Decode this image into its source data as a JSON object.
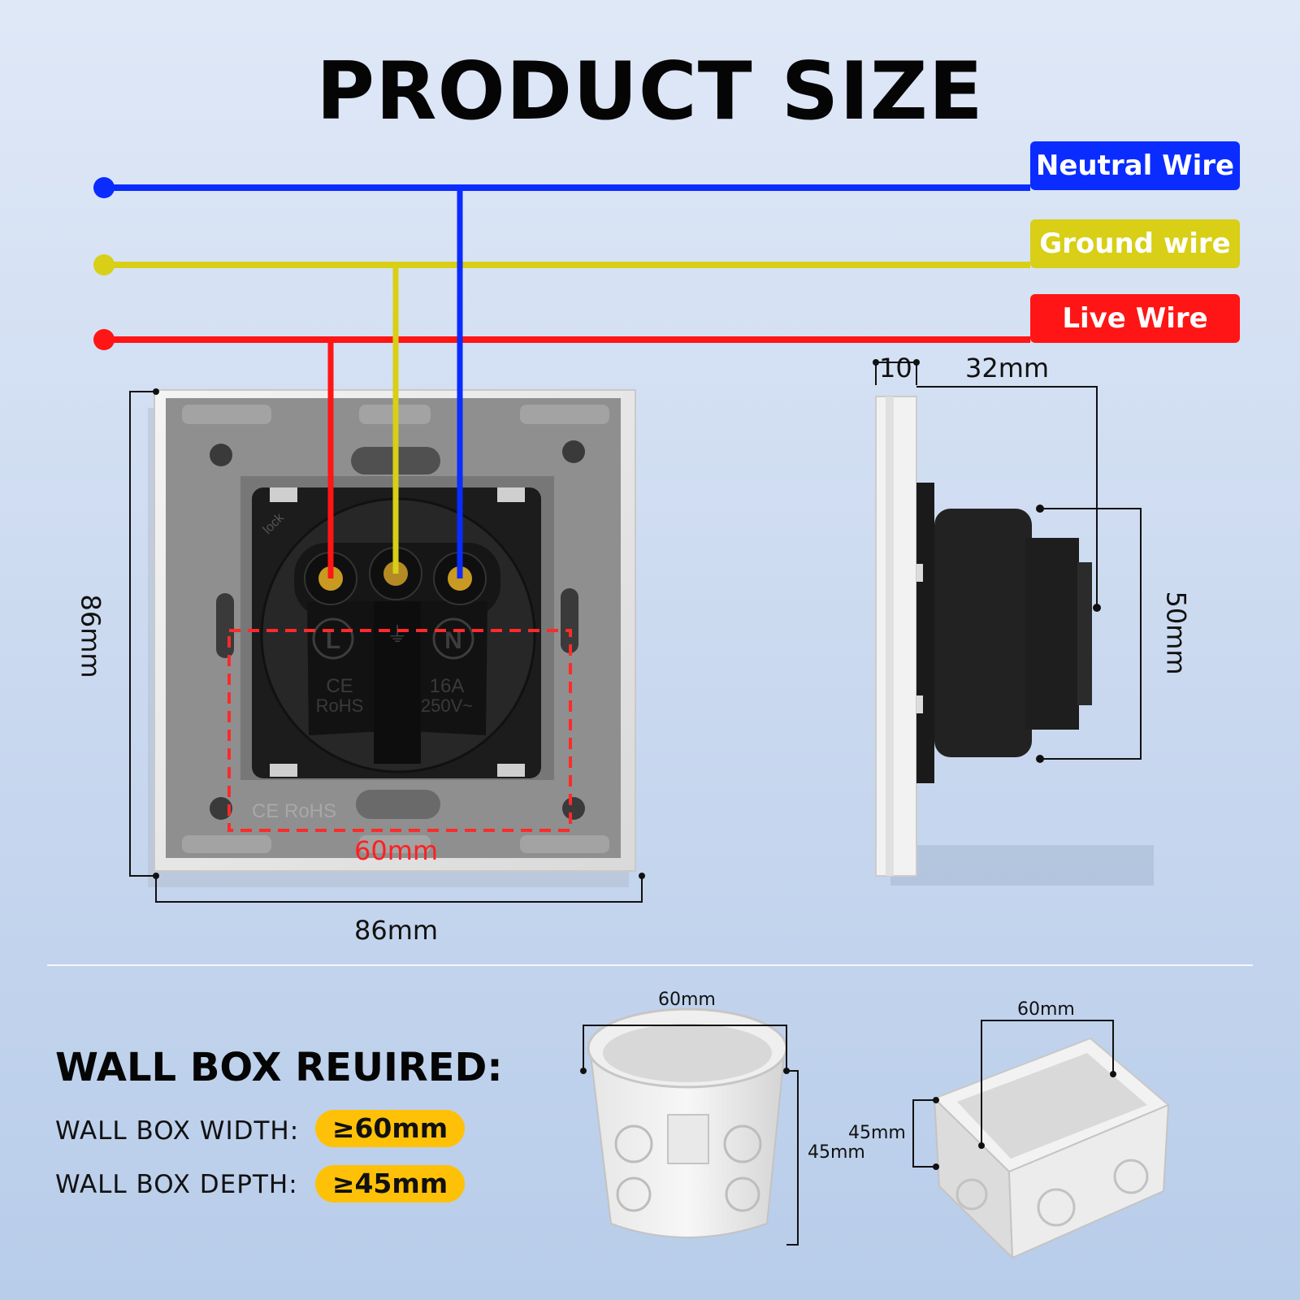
{
  "title": "PRODUCT SIZE",
  "wires": [
    {
      "label": "Neutral Wire",
      "color": "#0a2cff",
      "text_color": "#ffffff"
    },
    {
      "label": "Ground wire",
      "color": "#d8cf16",
      "text_color": "#ffffff"
    },
    {
      "label": "Live Wire",
      "color": "#ff1515",
      "text_color": "#ffffff"
    }
  ],
  "socket": {
    "terminals": [
      "L",
      "⏚",
      "N"
    ],
    "markings_left": [
      "CE",
      "RoHS"
    ],
    "markings_right": [
      "16A",
      "250V~"
    ],
    "frame_marking": "CE RoHS",
    "corner_marking": "lock"
  },
  "dimensions": {
    "front_width": "86mm",
    "front_height": "86mm",
    "module_width": "60mm",
    "side_frame": "10",
    "side_depth": "32mm",
    "side_height": "50mm",
    "round_box_width": "60mm",
    "round_box_depth": "45mm",
    "square_box_width": "60mm",
    "square_box_depth": "45mm"
  },
  "requirements": {
    "heading": "WALL BOX REUIRED:",
    "width_label": "WALL BOX WIDTH:",
    "width_value": "≥60mm",
    "depth_label": "WALL BOX DEPTH:",
    "depth_value": "≥45mm",
    "badge_color": "#ffc107"
  }
}
